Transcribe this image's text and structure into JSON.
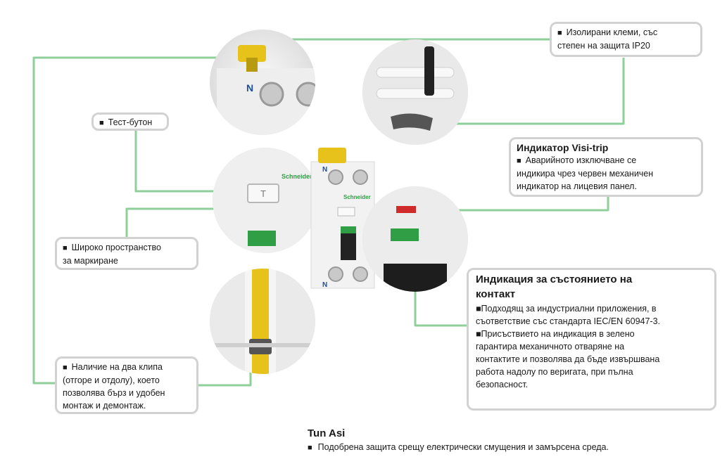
{
  "callouts": {
    "insulated_terminals": {
      "lines": [
        "Изолирани клеми, със",
        "степен на защита IP20"
      ]
    },
    "test_button": {
      "lines": [
        "Тест-бутон"
      ]
    },
    "visi_trip": {
      "title": "Индикатор Visi-trip",
      "lines": [
        "Аварийното изключване се",
        "индикира чрез червен механичен",
        "индикатор на лицевия панел."
      ]
    },
    "marking_space": {
      "lines": [
        "Широко пространство",
        "за маркиране"
      ]
    },
    "contact_state": {
      "title_lines": [
        "Индикация за състоянието на",
        "контакт"
      ],
      "lines": [
        "■Подходящ за индустриални приложения, в",
        "съответствие със стандарта IEC/EN 60947-3.",
        "■Присъствието на индикация в зелено",
        "гарантира механичното отваряне на",
        "контактите и позволява да бъде извършвана",
        "работа надолу по веригата, при пълна",
        "безопасност."
      ]
    },
    "two_clips": {
      "lines": [
        "Наличие на два клипа",
        "(отгоре и отдолу), което",
        "позволява бърз и удобен",
        "монтаж и демонтаж."
      ]
    }
  },
  "product": {
    "brand": "Schneider",
    "terminal_label": "N",
    "terminal_label_bottom": "N"
  },
  "footer": {
    "title": "Tun Asi",
    "text": "Подобрена защита срещу електрически смущения и замърсена среда."
  },
  "colors": {
    "connector": "#8fcf9a",
    "box_border": "#d2d2d2",
    "clip_yellow": "#e6c21a",
    "indicator_green": "#2f9e45",
    "indicator_red": "#d12a2a"
  }
}
